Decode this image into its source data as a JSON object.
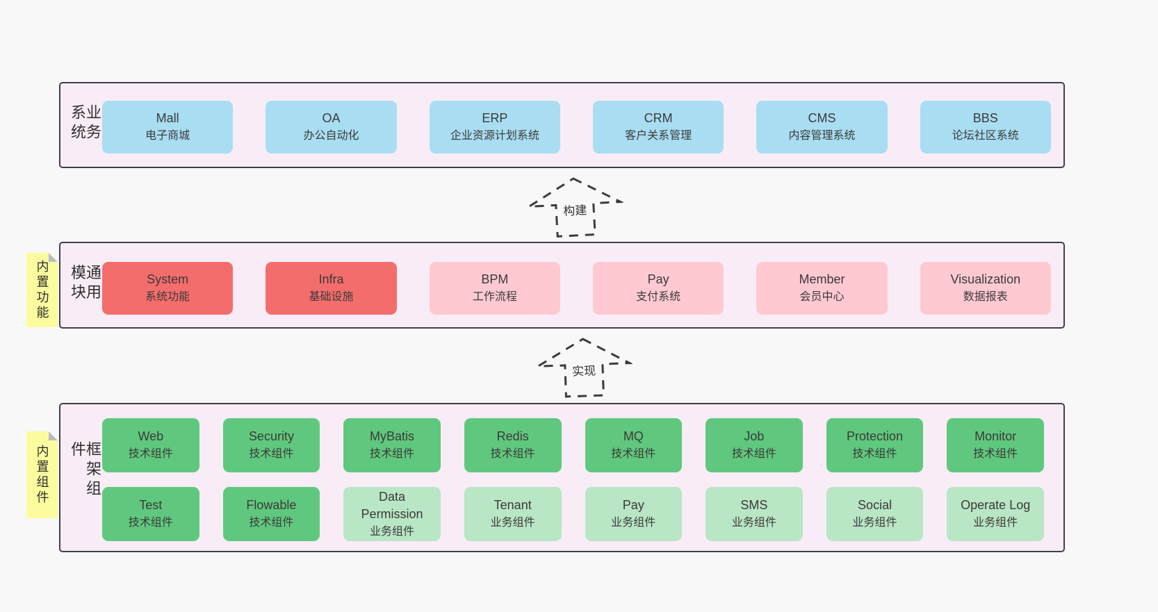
{
  "colors": {
    "page_bg": "#f8f8f8",
    "panel_bg": "#f8edf6",
    "panel_border": "#3f3f46",
    "blue": "#a9ddf2",
    "red": "#f46d6d",
    "pink": "#ffc9d2",
    "green_dark": "#60c87e",
    "green_light": "#b9e6c5",
    "note_yellow": "#fcfc9f",
    "note_fold": "#b9bdc2",
    "arrow_stroke": "#3b3b3b",
    "text": "#3a3a3a"
  },
  "arrows": {
    "build": {
      "label": "构建"
    },
    "implement": {
      "label": "实现"
    }
  },
  "layers": {
    "business": {
      "label": "业务系统",
      "boxes": [
        {
          "name": "Mall",
          "subtitle": "电子商城"
        },
        {
          "name": "OA",
          "subtitle": "办公自动化"
        },
        {
          "name": "ERP",
          "subtitle": "企业资源计划系统"
        },
        {
          "name": "CRM",
          "subtitle": "客户关系管理"
        },
        {
          "name": "CMS",
          "subtitle": "内容管理系统"
        },
        {
          "name": "BBS",
          "subtitle": "论坛社区系统"
        }
      ]
    },
    "modules": {
      "label": "通用模块",
      "tag": "内置功能",
      "boxes": [
        {
          "name": "System",
          "subtitle": "系统功能"
        },
        {
          "name": "Infra",
          "subtitle": "基础设施"
        },
        {
          "name": "BPM",
          "subtitle": "工作流程"
        },
        {
          "name": "Pay",
          "subtitle": "支付系统"
        },
        {
          "name": "Member",
          "subtitle": "会员中心"
        },
        {
          "name": "Visualization",
          "subtitle": "数据报表"
        }
      ]
    },
    "components": {
      "label": "框架组件",
      "tag": "内置组件",
      "row1": [
        {
          "name": "Web",
          "subtitle": "技术组件"
        },
        {
          "name": "Security",
          "subtitle": "技术组件"
        },
        {
          "name": "MyBatis",
          "subtitle": "技术组件"
        },
        {
          "name": "Redis",
          "subtitle": "技术组件"
        },
        {
          "name": "MQ",
          "subtitle": "技术组件"
        },
        {
          "name": "Job",
          "subtitle": "技术组件"
        },
        {
          "name": "Protection",
          "subtitle": "技术组件"
        },
        {
          "name": "Monitor",
          "subtitle": "技术组件"
        }
      ],
      "row2": [
        {
          "name": "Test",
          "subtitle": "技术组件"
        },
        {
          "name": "Flowable",
          "subtitle": "技术组件"
        },
        {
          "name": "Data Permission",
          "subtitle": "业务组件"
        },
        {
          "name": "Tenant",
          "subtitle": "业务组件"
        },
        {
          "name": "Pay",
          "subtitle": "业务组件"
        },
        {
          "name": "SMS",
          "subtitle": "业务组件"
        },
        {
          "name": "Social",
          "subtitle": "业务组件"
        },
        {
          "name": "Operate Log",
          "subtitle": "业务组件"
        }
      ]
    }
  }
}
